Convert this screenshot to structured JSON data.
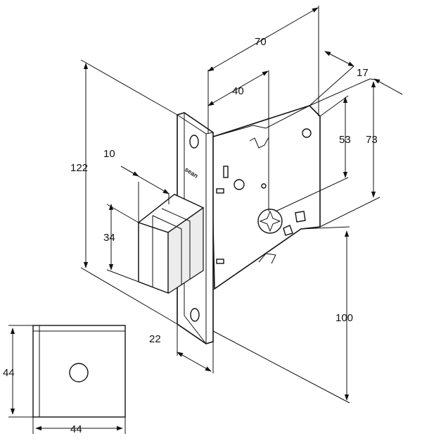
{
  "dimensions": {
    "overall_height": "122",
    "latch_width": "10",
    "latch_height": "34",
    "faceplate_offset": "22",
    "backset_total": "70",
    "backset_inner": "40",
    "case_thickness": "17",
    "follower_height": "53",
    "case_height": "73",
    "lower_height": "100",
    "rosette_height": "44",
    "rosette_width": "44"
  },
  "brand_mark": "sean"
}
